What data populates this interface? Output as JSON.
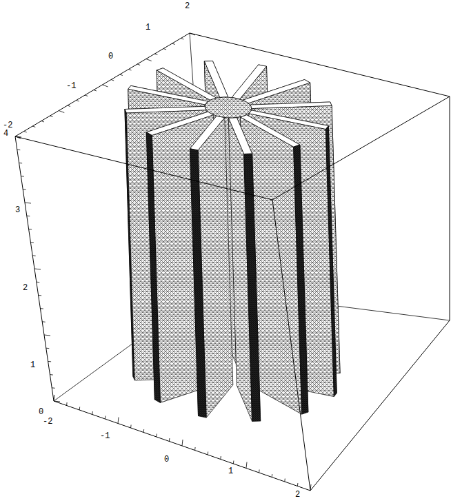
{
  "diagram": {
    "labels": [
      "2",
      "1",
      "0",
      "-1",
      "-2",
      "4",
      "3",
      "2",
      "1",
      "0",
      "-2",
      "-1",
      "0",
      "1",
      "2"
    ]
  }
}
